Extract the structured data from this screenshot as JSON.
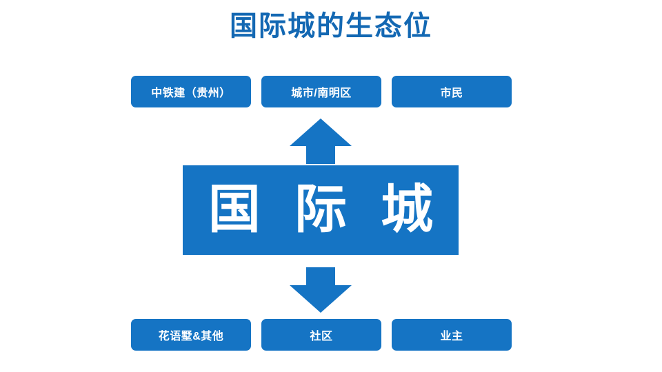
{
  "slide": {
    "title": "国际城的生态位",
    "accent_color": "#1574c4",
    "title_color": "#1368b3",
    "background_color": "#ffffff"
  },
  "top_row": [
    {
      "label": "中铁建（贵州）"
    },
    {
      "label": "城市/南明区"
    },
    {
      "label": "市民"
    }
  ],
  "center": {
    "label": "国 际 城"
  },
  "bottom_row": [
    {
      "label": "花语墅&其他"
    },
    {
      "label": "社区"
    },
    {
      "label": "业主"
    }
  ],
  "arrows": {
    "up": "arrow-up-icon",
    "down": "arrow-down-icon"
  }
}
